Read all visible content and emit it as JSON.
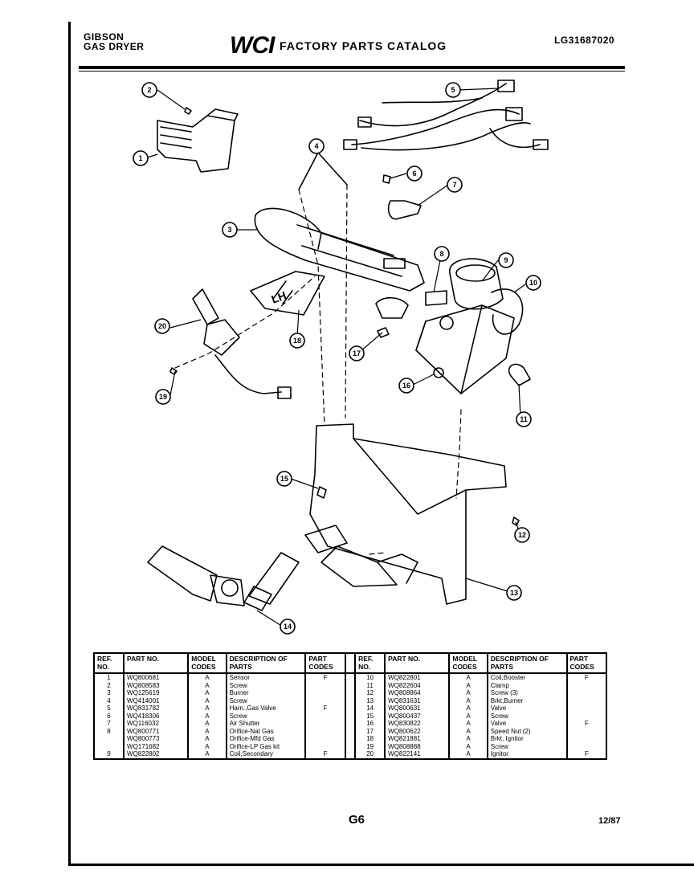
{
  "header": {
    "brand_line1": "GIBSON",
    "brand_line2": "GAS DRYER",
    "logo": "WCI",
    "catalog_title": "FACTORY PARTS CATALOG",
    "model_code": "LG31687020"
  },
  "diagram": {
    "callouts": [
      "1",
      "2",
      "3",
      "4",
      "5",
      "6",
      "7",
      "8",
      "9",
      "10",
      "11",
      "12",
      "13",
      "14",
      "15",
      "16",
      "17",
      "18",
      "19",
      "20"
    ],
    "panel_labels": [
      "LH"
    ]
  },
  "parts_table": {
    "headers": {
      "ref_no": "REF. NO.",
      "part_no": "PART NO.",
      "model_codes": "MODEL CODES",
      "description": "DESCRIPTION OF PARTS",
      "part_codes": "PART CODES"
    },
    "left_rows": [
      {
        "ref": "1",
        "part": "WQ800681",
        "model": "A",
        "desc": "Sensor",
        "code": "F"
      },
      {
        "ref": "2",
        "part": "WQ808583",
        "model": "A",
        "desc": "Screw",
        "code": ""
      },
      {
        "ref": "3",
        "part": "WQ125619",
        "model": "A",
        "desc": "Burner",
        "code": ""
      },
      {
        "ref": "4",
        "part": "WQ414001",
        "model": "A",
        "desc": "Screw",
        "code": ""
      },
      {
        "ref": "5",
        "part": "WQ831782",
        "model": "A",
        "desc": "Harn.,Gas Valve",
        "code": "F"
      },
      {
        "ref": "6",
        "part": "WQ418306",
        "model": "A",
        "desc": "Screw",
        "code": ""
      },
      {
        "ref": "7",
        "part": "WQ116032",
        "model": "A",
        "desc": "Air Shutter",
        "code": ""
      },
      {
        "ref": "8",
        "part": "WQ800771",
        "model": "A",
        "desc": "Orifice-Nat Gas",
        "code": ""
      },
      {
        "ref": "",
        "part": "WQ800773",
        "model": "A",
        "desc": "Orifice-Mfd Gas",
        "code": ""
      },
      {
        "ref": "",
        "part": "WQ171682",
        "model": "A",
        "desc": "Orifice-LP Gas kit",
        "code": ""
      },
      {
        "ref": "9",
        "part": "WQ822802",
        "model": "A",
        "desc": "Coil,Secondary",
        "code": "F"
      }
    ],
    "right_rows": [
      {
        "ref": "10",
        "part": "WQ822801",
        "model": "A",
        "desc": "Coil,Booster",
        "code": "F"
      },
      {
        "ref": "11",
        "part": "WQ822604",
        "model": "A",
        "desc": "Clamp",
        "code": ""
      },
      {
        "ref": "12",
        "part": "WQ808864",
        "model": "A",
        "desc": "Screw (3)",
        "code": ""
      },
      {
        "ref": "13",
        "part": "WQ831631",
        "model": "A",
        "desc": "Brkt,Burner",
        "code": ""
      },
      {
        "ref": "14",
        "part": "WQ800631",
        "model": "A",
        "desc": "Valve",
        "code": ""
      },
      {
        "ref": "15",
        "part": "WQ800437",
        "model": "A",
        "desc": "Screw",
        "code": ""
      },
      {
        "ref": "16",
        "part": "WQ830822",
        "model": "A",
        "desc": "Valve",
        "code": "F"
      },
      {
        "ref": "17",
        "part": "WQ800622",
        "model": "A",
        "desc": "Speed Nut (2)",
        "code": ""
      },
      {
        "ref": "18",
        "part": "WQ821881",
        "model": "A",
        "desc": "Brkt, Ignitor",
        "code": ""
      },
      {
        "ref": "19",
        "part": "WQ808888",
        "model": "A",
        "desc": "Screw",
        "code": ""
      },
      {
        "ref": "20",
        "part": "WQ822141",
        "model": "A",
        "desc": "Ignitor",
        "code": "F"
      }
    ]
  },
  "footer": {
    "page_label": "G6",
    "date": "12/87"
  }
}
